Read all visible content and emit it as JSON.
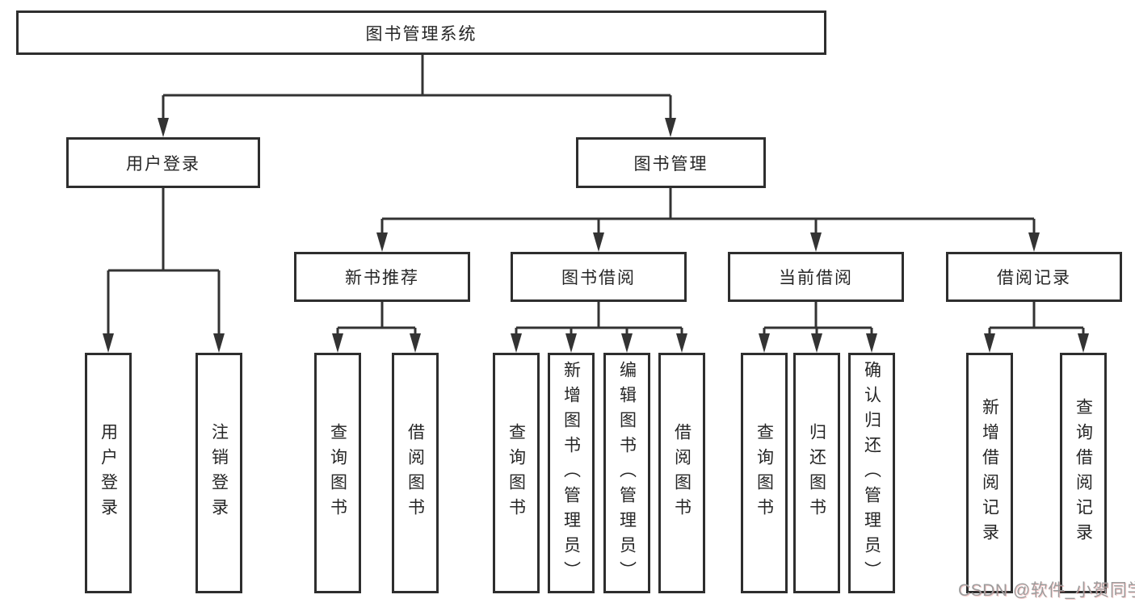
{
  "colors": {
    "background": "#ffffff",
    "line": "#333333",
    "box_border": "#2e2e2e",
    "text": "#262626",
    "watermark_text": "#9c9c9c"
  },
  "diagram": {
    "type": "hierarchy-tree",
    "root": {
      "label": "图书管理系统"
    },
    "branches": [
      {
        "label": "用户登录",
        "children": [
          {
            "label": "用户登录"
          },
          {
            "label": "注销登录"
          }
        ]
      },
      {
        "label": "图书管理",
        "children": [
          {
            "label": "新书推荐",
            "children": [
              {
                "label": "查询图书"
              },
              {
                "label": "借阅图书"
              }
            ]
          },
          {
            "label": "图书借阅",
            "children": [
              {
                "label": "查询图书"
              },
              {
                "label": "新增图书（管理员）"
              },
              {
                "label": "编辑图书（管理员）"
              },
              {
                "label": "借阅图书"
              }
            ]
          },
          {
            "label": "当前借阅",
            "children": [
              {
                "label": "查询图书"
              },
              {
                "label": "归还图书"
              },
              {
                "label": "确认归还（管理员）"
              }
            ]
          },
          {
            "label": "借阅记录",
            "children": [
              {
                "label": "新增借阅记录"
              },
              {
                "label": "查询借阅记录"
              }
            ]
          }
        ]
      }
    ]
  },
  "watermark": "CSDN @软件_小贺同学"
}
